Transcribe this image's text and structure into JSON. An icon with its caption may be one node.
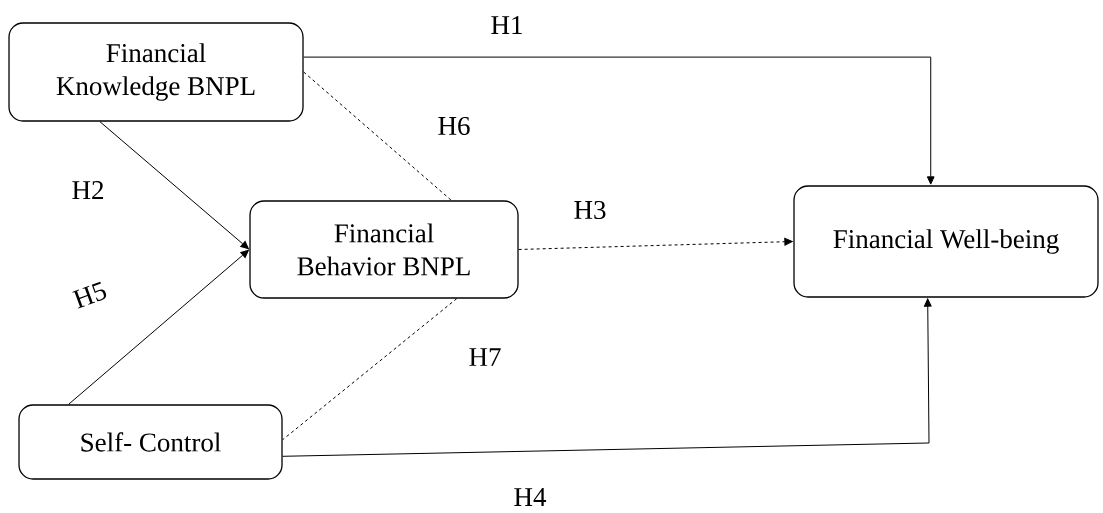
{
  "diagram": {
    "nodes": [
      {
        "text": [
          "Financial Knowledge BNPL"
        ]
      },
      {
        "text": [
          "Financial Behavior BNPL"
        ]
      },
      {
        "text": [
          "Self- Control"
        ]
      },
      {
        "text": [
          "Financial Well-being"
        ]
      }
    ],
    "edges": [
      {
        "from": 0,
        "to": 3,
        "arrow": "to",
        "label": "H1"
      },
      {
        "from": 0,
        "to": 1,
        "arrow": "to",
        "label": "H2"
      },
      {
        "from": 1,
        "to": 3,
        "arrow": "to",
        "label": "H3",
        "style": "dashed"
      },
      {
        "from": 2,
        "to": 3,
        "arrow": "to",
        "label": "H4"
      },
      {
        "from": 2,
        "to": 1,
        "arrow": "to",
        "label": "H5"
      },
      {
        "from": 0,
        "to": 1,
        "arrow": "none",
        "label": "H6",
        "style": "dashed"
      },
      {
        "from": 1,
        "to": 2,
        "arrow": "none",
        "label": "H7",
        "style": "dashed"
      }
    ]
  }
}
